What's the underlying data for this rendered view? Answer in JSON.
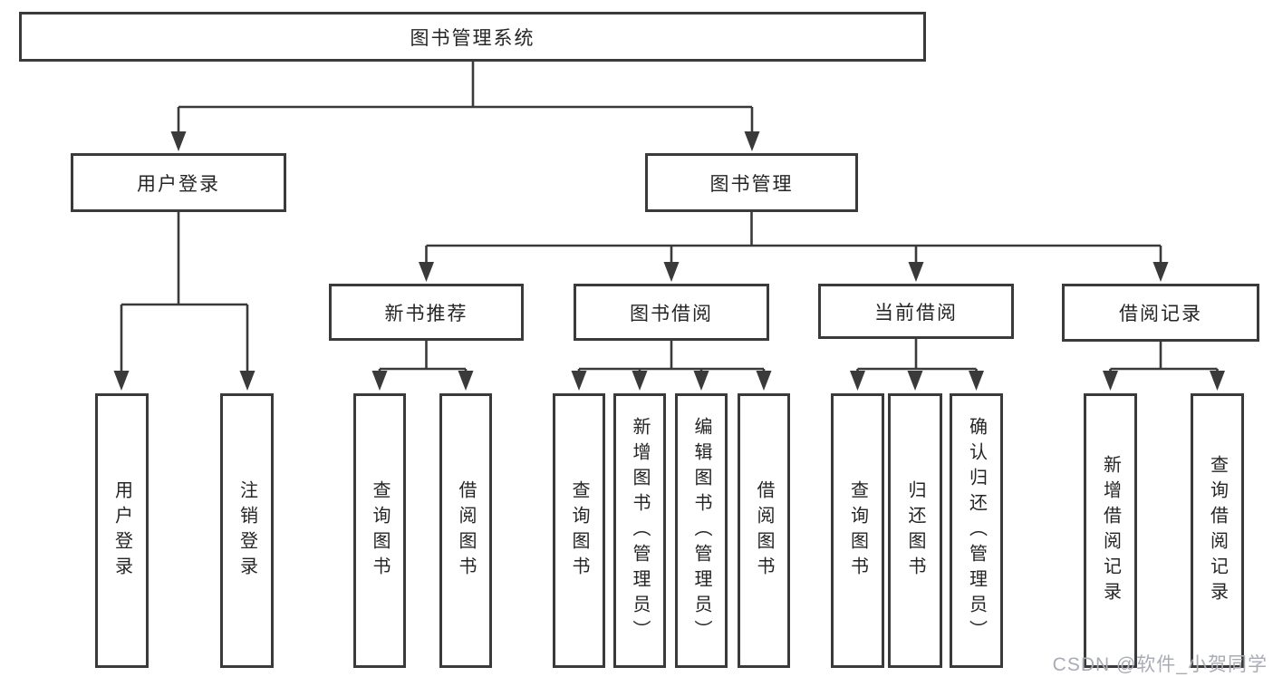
{
  "diagram": {
    "root": {
      "label": "图书管理系统"
    },
    "user_login": {
      "label": "用户登录",
      "children": [
        {
          "label": "用户登录"
        },
        {
          "label": "注销登录"
        }
      ]
    },
    "book_management": {
      "label": "图书管理",
      "sections": [
        {
          "label": "新书推荐",
          "children": [
            {
              "label": "查询图书"
            },
            {
              "label": "借阅图书"
            }
          ]
        },
        {
          "label": "图书借阅",
          "children": [
            {
              "label": "查询图书"
            },
            {
              "label": "新增图书（管理员）"
            },
            {
              "label": "编辑图书（管理员）"
            },
            {
              "label": "借阅图书"
            }
          ]
        },
        {
          "label": "当前借阅",
          "children": [
            {
              "label": "查询图书"
            },
            {
              "label": "归还图书"
            },
            {
              "label": "确认归还（管理员）"
            }
          ]
        },
        {
          "label": "借阅记录",
          "children": [
            {
              "label": "新增借阅记录"
            },
            {
              "label": "查询借阅记录"
            }
          ]
        }
      ]
    }
  },
  "colors": {
    "line": "#3a3a3a",
    "box_border": "#3a3a3a",
    "text": "#252525",
    "background": "#ffffff",
    "watermark": "#a9acb4"
  },
  "watermark": {
    "text": "CSDN @软件_小贺同学"
  }
}
